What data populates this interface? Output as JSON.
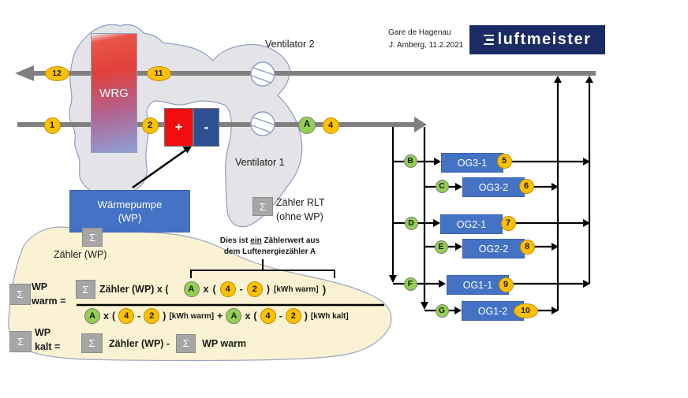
{
  "header": {
    "project": "Gare de Hagenau",
    "author_date": "J. Amberg, 11.2.2021",
    "logo_text": "luftmeister"
  },
  "colors": {
    "unit_blue": "#4472C4",
    "meter_yellow": "#FFC000",
    "sensor_green": "#92D050",
    "warm_red": "#F20D11",
    "cold_blue": "#2E4F94",
    "logo_navy": "#1B2B66",
    "pipe_gray": "#7F7F7F",
    "cloud_gray_fill": "#E4E4E8",
    "cloud_beige_fill": "#FBF2D3",
    "outline_blue": "#8D9DC0"
  },
  "diagram": {
    "fan2_label": "Ventilator 2",
    "fan1_label": "Ventilator 1",
    "wrg_label": "WRG",
    "plus": "+",
    "minus": "-",
    "heat_pump_line1": "Wärmepumpe",
    "heat_pump_line2": "(WP)",
    "meter_wp_label": "Zähler (WP)",
    "meter_rlt_line1": "Zähler RLT",
    "meter_rlt_line2": "(ohne WP)",
    "markers": {
      "m12": "12",
      "m11": "11",
      "m1": "1",
      "m2": "2",
      "m4": "4",
      "sensorA": "A"
    },
    "branches": [
      {
        "sensor": "B",
        "unit": "OG3-1",
        "meter": "5"
      },
      {
        "sensor": "C",
        "unit": "OG3-2",
        "meter": "6"
      },
      {
        "sensor": "D",
        "unit": "OG2-1",
        "meter": "7"
      },
      {
        "sensor": "E",
        "unit": "OG2-2",
        "meter": "8"
      },
      {
        "sensor": "F",
        "unit": "OG1-1",
        "meter": "9"
      },
      {
        "sensor": "G",
        "unit": "OG1-2",
        "meter": "10"
      }
    ]
  },
  "annotation": {
    "pre": "Dies ist",
    "underlined": "ein",
    "post": "Zählerwert aus",
    "line2": "dem Luftenergiezähler A"
  },
  "tokens": {
    "sigma": "Σ",
    "A": "A",
    "x": "x",
    "open": "(",
    "close": ")",
    "four": "4",
    "two": "2",
    "minus": "-",
    "plus": "+",
    "kwh_warm": "[kWh warm]",
    "kwh_kalt": "[kWh kalt]"
  },
  "formula": {
    "warm_line1": "WP",
    "warm_line2": "warm =",
    "kalt_line1": "WP",
    "kalt_line2": "kalt =",
    "numerator_prefix": "Zähler (WP) x (",
    "kalt_term1": "Zähler (WP) -",
    "kalt_term2": "WP warm"
  }
}
